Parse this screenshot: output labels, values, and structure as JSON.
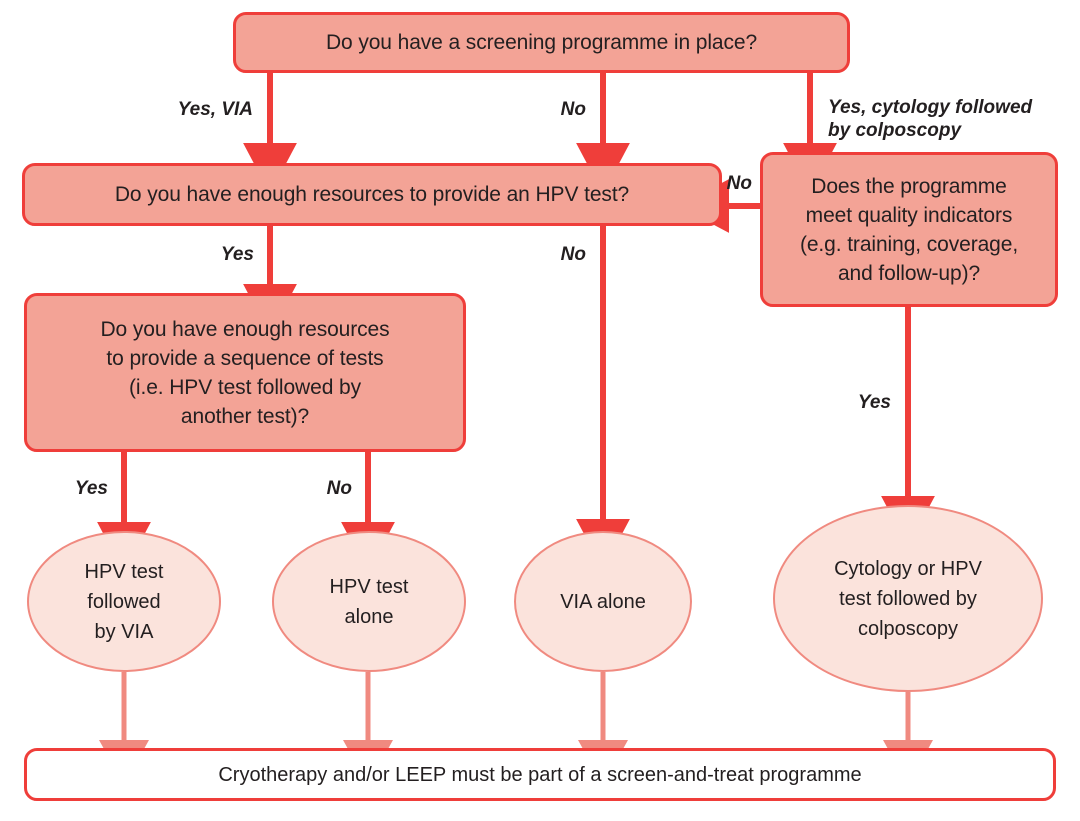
{
  "diagram": {
    "title": "Cervical cancer screening decision flowchart",
    "colors": {
      "decision_fill": "#f3a396",
      "decision_border": "#ef3e3a",
      "outcome_fill": "#fbe3dc",
      "outcome_border": "#f08a80",
      "connector": "#ef3e3a",
      "connector_light": "#f08a80",
      "text": "#231f20",
      "background": "#ffffff"
    },
    "nodes": {
      "q_screening_programme": "Do you have a screening programme in place?",
      "q_hpv_resources": "Do you have enough resources to provide an HPV test?",
      "q_quality_indicators": "Does the programme\nmeet quality indicators\n(e.g. training, coverage,\nand follow-up)?",
      "q_sequence_resources": "Do you have enough resources\nto provide a sequence of tests\n(i.e. HPV test followed by\nanother test)?",
      "outcome_hpv_then_via": "HPV test\nfollowed\nby VIA",
      "outcome_hpv_alone": "HPV test\nalone",
      "outcome_via_alone": "VIA alone",
      "outcome_cytology_or_hpv": "Cytology or HPV\ntest followed by\ncolposcopy",
      "footer_statement": "Cryotherapy and/or LEEP must be part of a screen-and-treat programme"
    },
    "edge_labels": {
      "yes_via": "Yes, VIA",
      "no_top_middle": "No",
      "yes_cytology_colposcopy": "Yes, cytology followed\nby colposcopy",
      "no_quality_to_hpv": "No",
      "yes_hpv_resources": "Yes",
      "no_hpv_resources": "No",
      "yes_sequence": "Yes",
      "no_sequence": "No",
      "yes_quality": "Yes"
    }
  }
}
